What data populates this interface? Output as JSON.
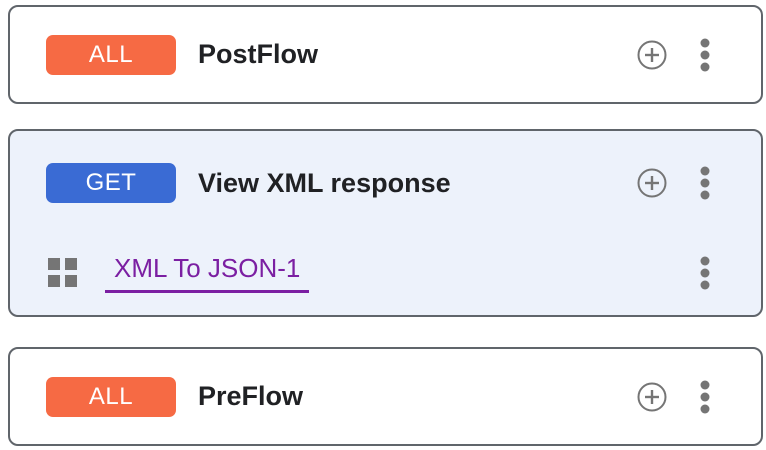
{
  "colors": {
    "all_badge": "#f66a44",
    "get_badge": "#3a6bd4",
    "link_purple": "#7b1fa2",
    "selected_card_bg": "#edf2fb",
    "icon_gray": "#757575",
    "card_border": "#60656b",
    "title_text": "#202124"
  },
  "cards": [
    {
      "badge": "ALL",
      "badge_color": "#f66a44",
      "title": "PostFlow"
    },
    {
      "badge": "GET",
      "badge_color": "#3a6bd4",
      "title": "View XML response",
      "policy": {
        "name": "XML To JSON-1"
      }
    },
    {
      "badge": "ALL",
      "badge_color": "#f66a44",
      "title": "PreFlow"
    }
  ]
}
